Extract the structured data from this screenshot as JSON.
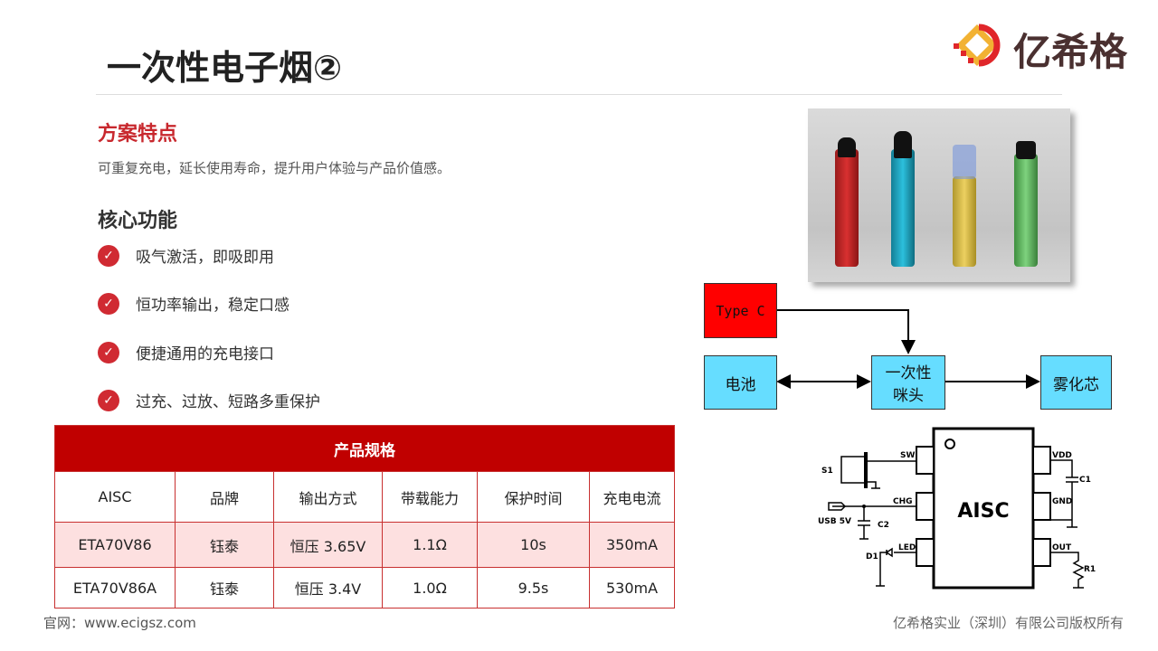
{
  "title": "一次性电子烟②",
  "logo": {
    "text": "亿希格"
  },
  "scheme": {
    "heading": "方案特点",
    "description": "可重复充电，延长使用寿命，提升用户体验与产品价值感。"
  },
  "core": {
    "heading": "核心功能",
    "items": [
      "吸气激活，即吸即用",
      "恒功率输出，稳定口感",
      "便捷通用的充电接口",
      "过充、过放、短路多重保护"
    ]
  },
  "table": {
    "title": "产品规格",
    "headers": [
      "AISC",
      "品牌",
      "输出方式",
      "带载能力",
      "保护时间",
      "充电电流"
    ],
    "rows": [
      [
        "ETA70V86",
        "钰泰",
        "恒压 3.65V",
        "1.1Ω",
        "10s",
        "350mA"
      ],
      [
        "ETA70V86A",
        "钰泰",
        "恒压 3.4V",
        "1.0Ω",
        "9.5s",
        "530mA"
      ]
    ]
  },
  "block": {
    "typec": "Type C",
    "battery": "电池",
    "mic": "一次性咪头",
    "atomizer": "雾化芯"
  },
  "schematic": {
    "chip": "AISC",
    "pins": [
      "SW",
      "CHG",
      "LED",
      "VDD",
      "GND",
      "OUT"
    ],
    "parts": [
      "S1",
      "USB 5V",
      "C2",
      "D1",
      "C1",
      "R1"
    ]
  },
  "footer": {
    "left": "官网：www.ecigsz.com",
    "right": "亿希格实业（深圳）有限公司版权所有"
  }
}
